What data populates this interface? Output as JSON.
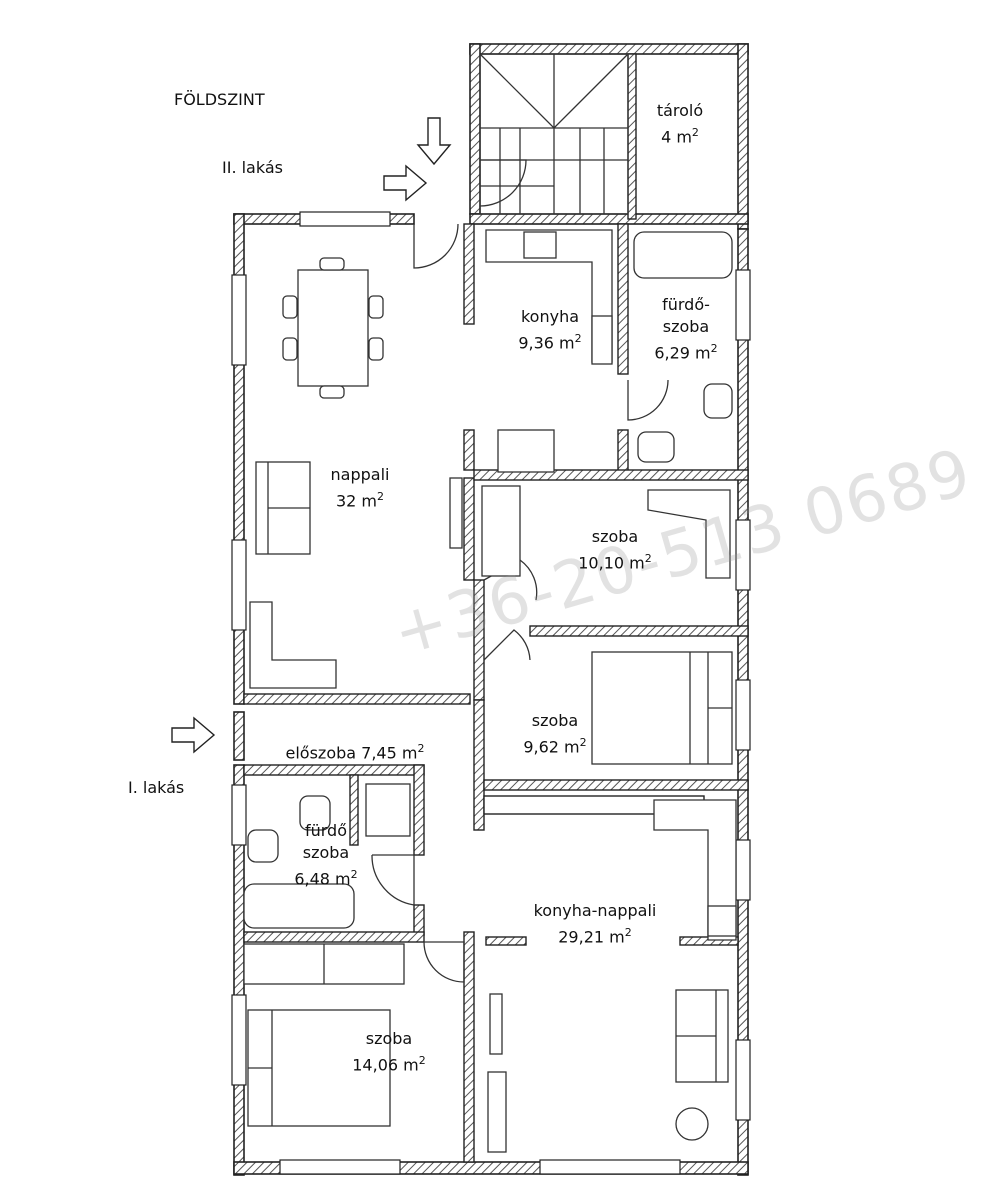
{
  "headers": {
    "floor": "FÖLDSZINT",
    "apartment2": "II. lakás",
    "apartment1": "I. lakás"
  },
  "watermark": "+36-20-513 0689",
  "rooms": {
    "taroló": {
      "name": "tároló",
      "area": "4 m",
      "sup": "2"
    },
    "konyha": {
      "name": "konyha",
      "area": "9,36 m",
      "sup": "2"
    },
    "furdo2_a": {
      "name": "fürdő-"
    },
    "furdo2": {
      "name": "szoba",
      "area": "6,29 m",
      "sup": "2"
    },
    "nappali": {
      "name": "nappali",
      "area": "32 m",
      "sup": "2"
    },
    "szoba_1010": {
      "name": "szoba",
      "area": "10,10 m",
      "sup": "2"
    },
    "szoba_962": {
      "name": "szoba",
      "area": "9,62 m",
      "sup": "2"
    },
    "eloszoba": {
      "name": "előszoba 7,45 m",
      "sup": "2"
    },
    "furdo1_a": {
      "name": "fürdő"
    },
    "furdo1": {
      "name": "szoba",
      "area": "6,48 m",
      "sup": "2"
    },
    "konyhanappali": {
      "name": "konyha-nappali",
      "area": "29,21 m",
      "sup": "2"
    },
    "szoba_1406": {
      "name": "szoba",
      "area": "14,06 m",
      "sup": "2"
    }
  },
  "colors": {
    "wall": "#222222",
    "hatch": "#555555",
    "line": "#333333"
  }
}
